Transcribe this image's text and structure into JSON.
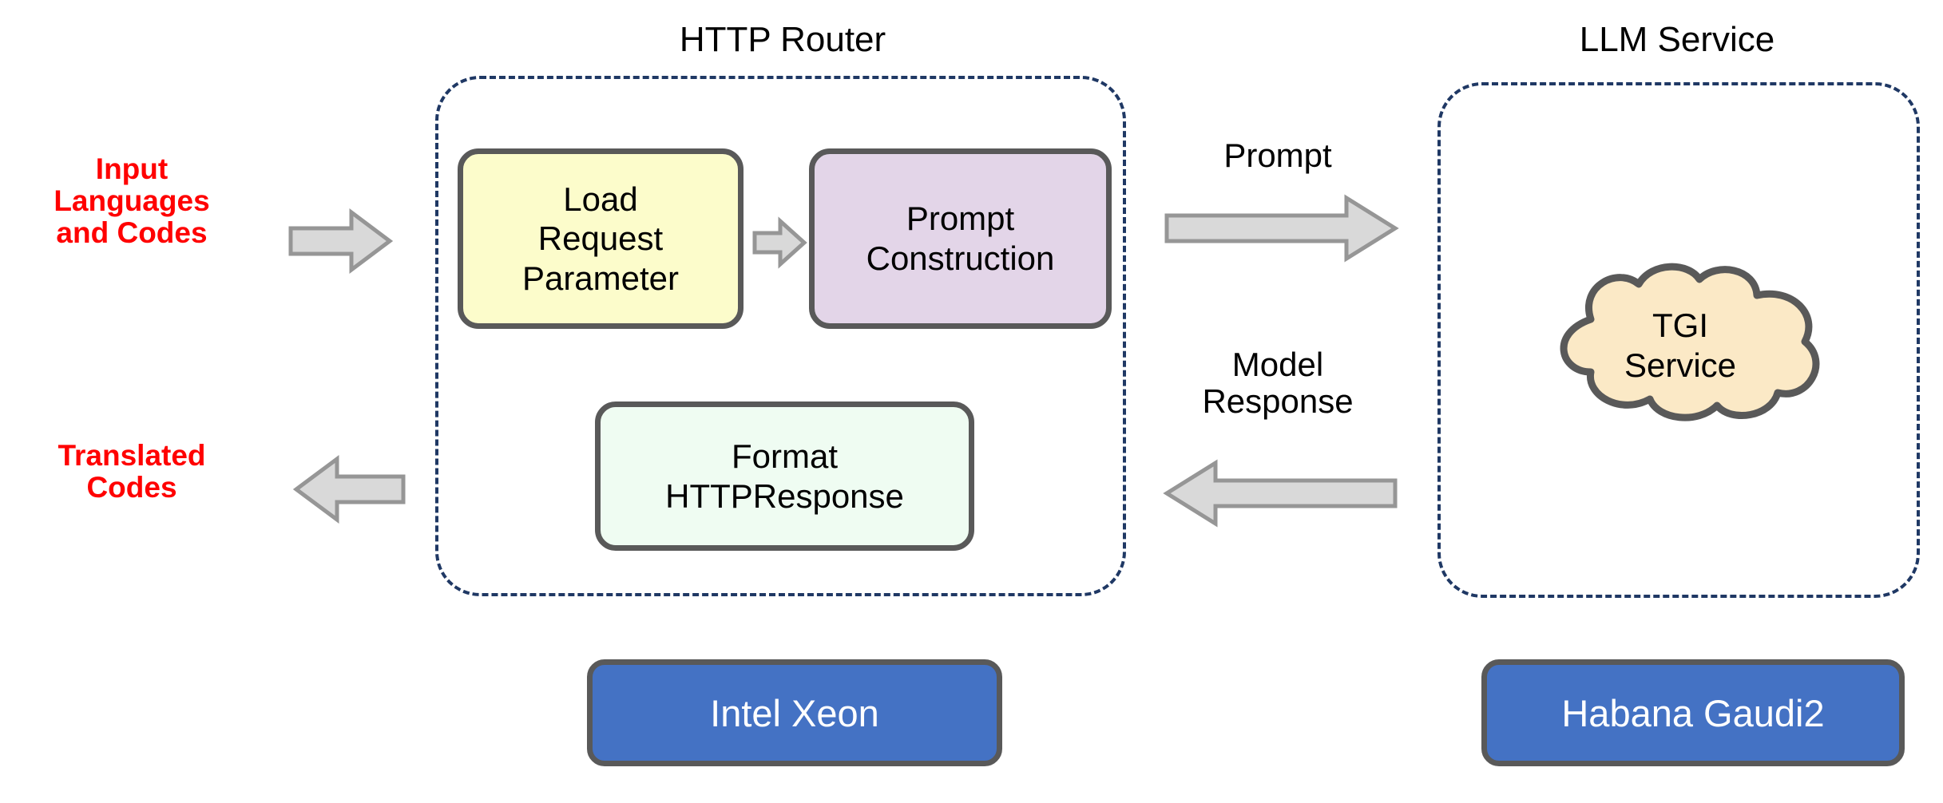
{
  "groups": {
    "http_router": {
      "title": "HTTP Router"
    },
    "llm_service": {
      "title": "LLM Service"
    }
  },
  "io": {
    "input_label": "Input\nLanguages\nand Codes",
    "output_label": "Translated\nCodes"
  },
  "router_nodes": [
    {
      "id": "load-request-parameter",
      "label": "Load\nRequest\nParameter",
      "fill": "#FCFCCB"
    },
    {
      "id": "prompt-construction",
      "label": "Prompt\nConstruction",
      "fill": "#E3D5E8"
    },
    {
      "id": "format-httpresponse",
      "label": "Format\nHTTPResponse",
      "fill": "#EFFCF2"
    }
  ],
  "llm_nodes": [
    {
      "id": "tgi-service",
      "label": "TGI\nService",
      "fill": "#FBE9C6"
    }
  ],
  "flows": [
    {
      "id": "input-flow",
      "label": "",
      "direction": "right"
    },
    {
      "id": "internal-flow",
      "label": "",
      "direction": "right"
    },
    {
      "id": "prompt-flow",
      "label": "Prompt",
      "direction": "right"
    },
    {
      "id": "model-response-flow",
      "label": "Model\nResponse",
      "direction": "left"
    },
    {
      "id": "output-flow",
      "label": "",
      "direction": "left"
    }
  ],
  "hardware": [
    {
      "id": "intel-xeon",
      "label": "Intel Xeon",
      "fill": "#4472C4"
    },
    {
      "id": "habana-gaudi2",
      "label": "Habana Gaudi2",
      "fill": "#4472C4"
    }
  ],
  "colors": {
    "dashed_border": "#1F3864",
    "node_border": "#595959",
    "arrow_fill": "#D9D9D9",
    "arrow_border": "#969696",
    "io_text": "#FF0000",
    "hardware_fill": "#4472C4",
    "hardware_text": "#FFFFFF"
  }
}
